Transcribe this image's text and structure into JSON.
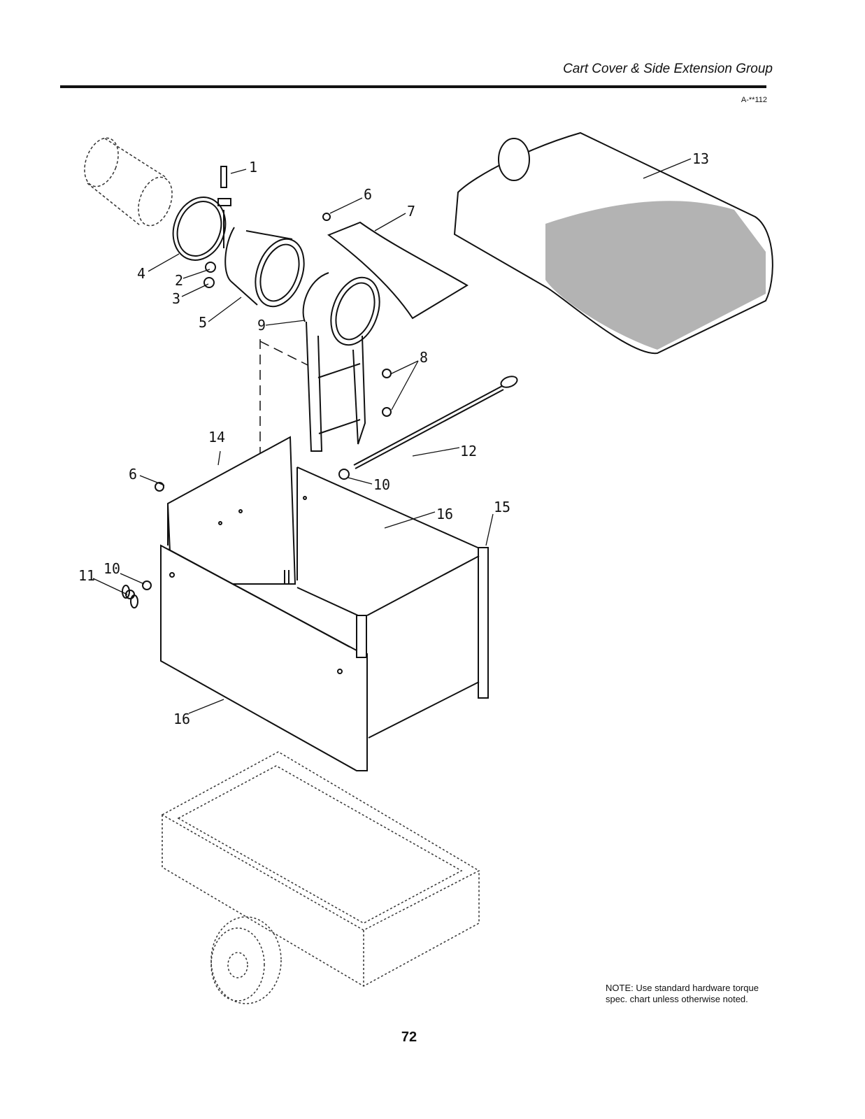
{
  "header": {
    "title": "Cart Cover & Side Extension Group",
    "figure_code": "A-**112"
  },
  "callouts": [
    {
      "id": "c1",
      "label": "1"
    },
    {
      "id": "c2",
      "label": "2"
    },
    {
      "id": "c3",
      "label": "3"
    },
    {
      "id": "c4",
      "label": "4"
    },
    {
      "id": "c5",
      "label": "5"
    },
    {
      "id": "c6a",
      "label": "6"
    },
    {
      "id": "c6b",
      "label": "6"
    },
    {
      "id": "c7",
      "label": "7"
    },
    {
      "id": "c8",
      "label": "8"
    },
    {
      "id": "c9",
      "label": "9"
    },
    {
      "id": "c10a",
      "label": "10"
    },
    {
      "id": "c10b",
      "label": "10"
    },
    {
      "id": "c11",
      "label": "11"
    },
    {
      "id": "c12",
      "label": "12"
    },
    {
      "id": "c13",
      "label": "13"
    },
    {
      "id": "c14",
      "label": "14"
    },
    {
      "id": "c15",
      "label": "15"
    },
    {
      "id": "c16a",
      "label": "16"
    },
    {
      "id": "c16b",
      "label": "16"
    }
  ],
  "note": "NOTE: Use standard hardware torque spec. chart unless otherwise noted.",
  "page_number": "72"
}
